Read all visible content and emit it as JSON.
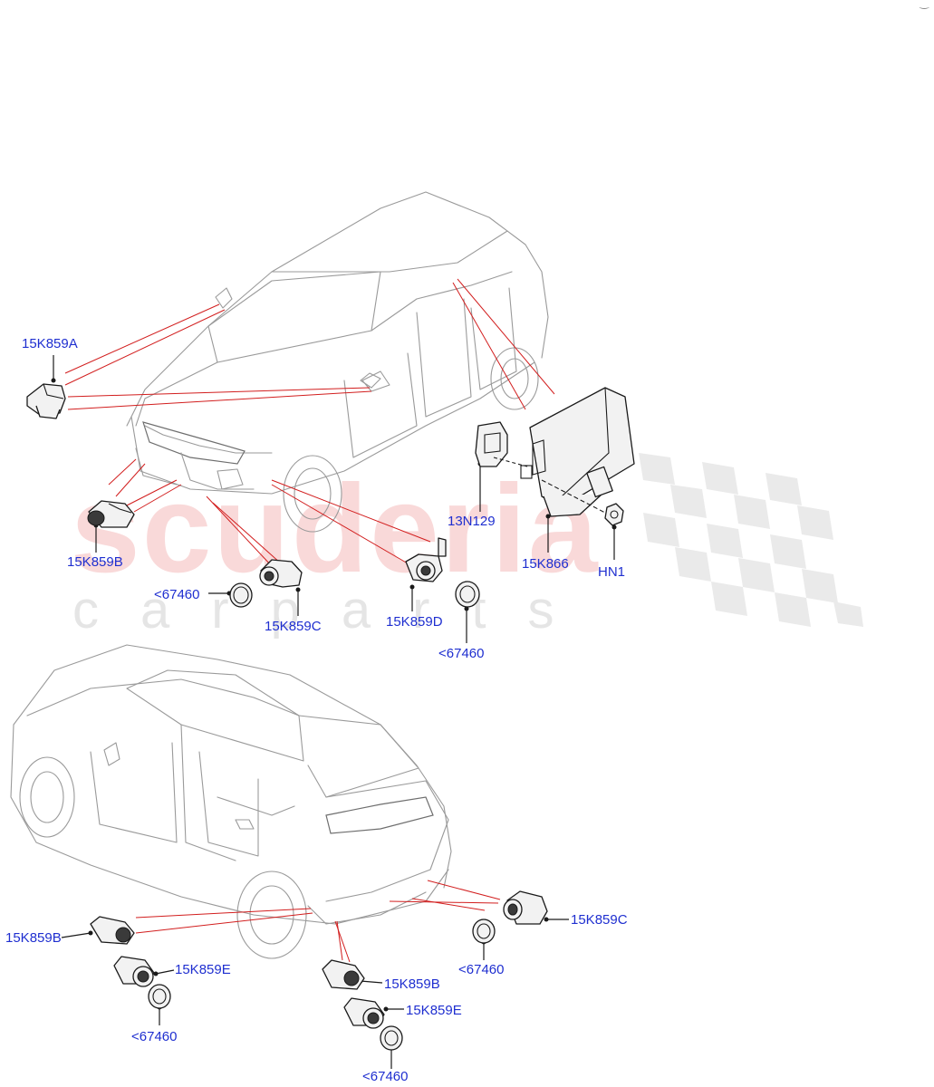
{
  "watermark": {
    "main": "scuderia",
    "sub": "carparts"
  },
  "corner_mark": "‿",
  "colors": {
    "label": "#1f2fd0",
    "leader": "#d21e1e",
    "watermark_red": "#ec8c8c",
    "watermark_gray": "#afafaf"
  },
  "labels": {
    "front_side_mirror_sensor": "15K859A",
    "front_outer_sensor": "15K859B",
    "front_inner_sensor_c": "15K859C",
    "front_inner_sensor_d": "15K859D",
    "bezel_front_left": "<67460",
    "bezel_front_right": "<67460",
    "bracket": "13N129",
    "control_module": "15K866",
    "nut": "HN1",
    "rear_left_sensor_b": "15K859B",
    "rear_left_sensor_e": "15K859E",
    "rear_left_bezel": "<67460",
    "rear_center_sensor_b": "15K859B",
    "rear_center_sensor_e": "15K859E",
    "rear_center_bezel": "<67460",
    "rear_right_sensor_c": "15K859C",
    "rear_right_bezel": "<67460"
  }
}
